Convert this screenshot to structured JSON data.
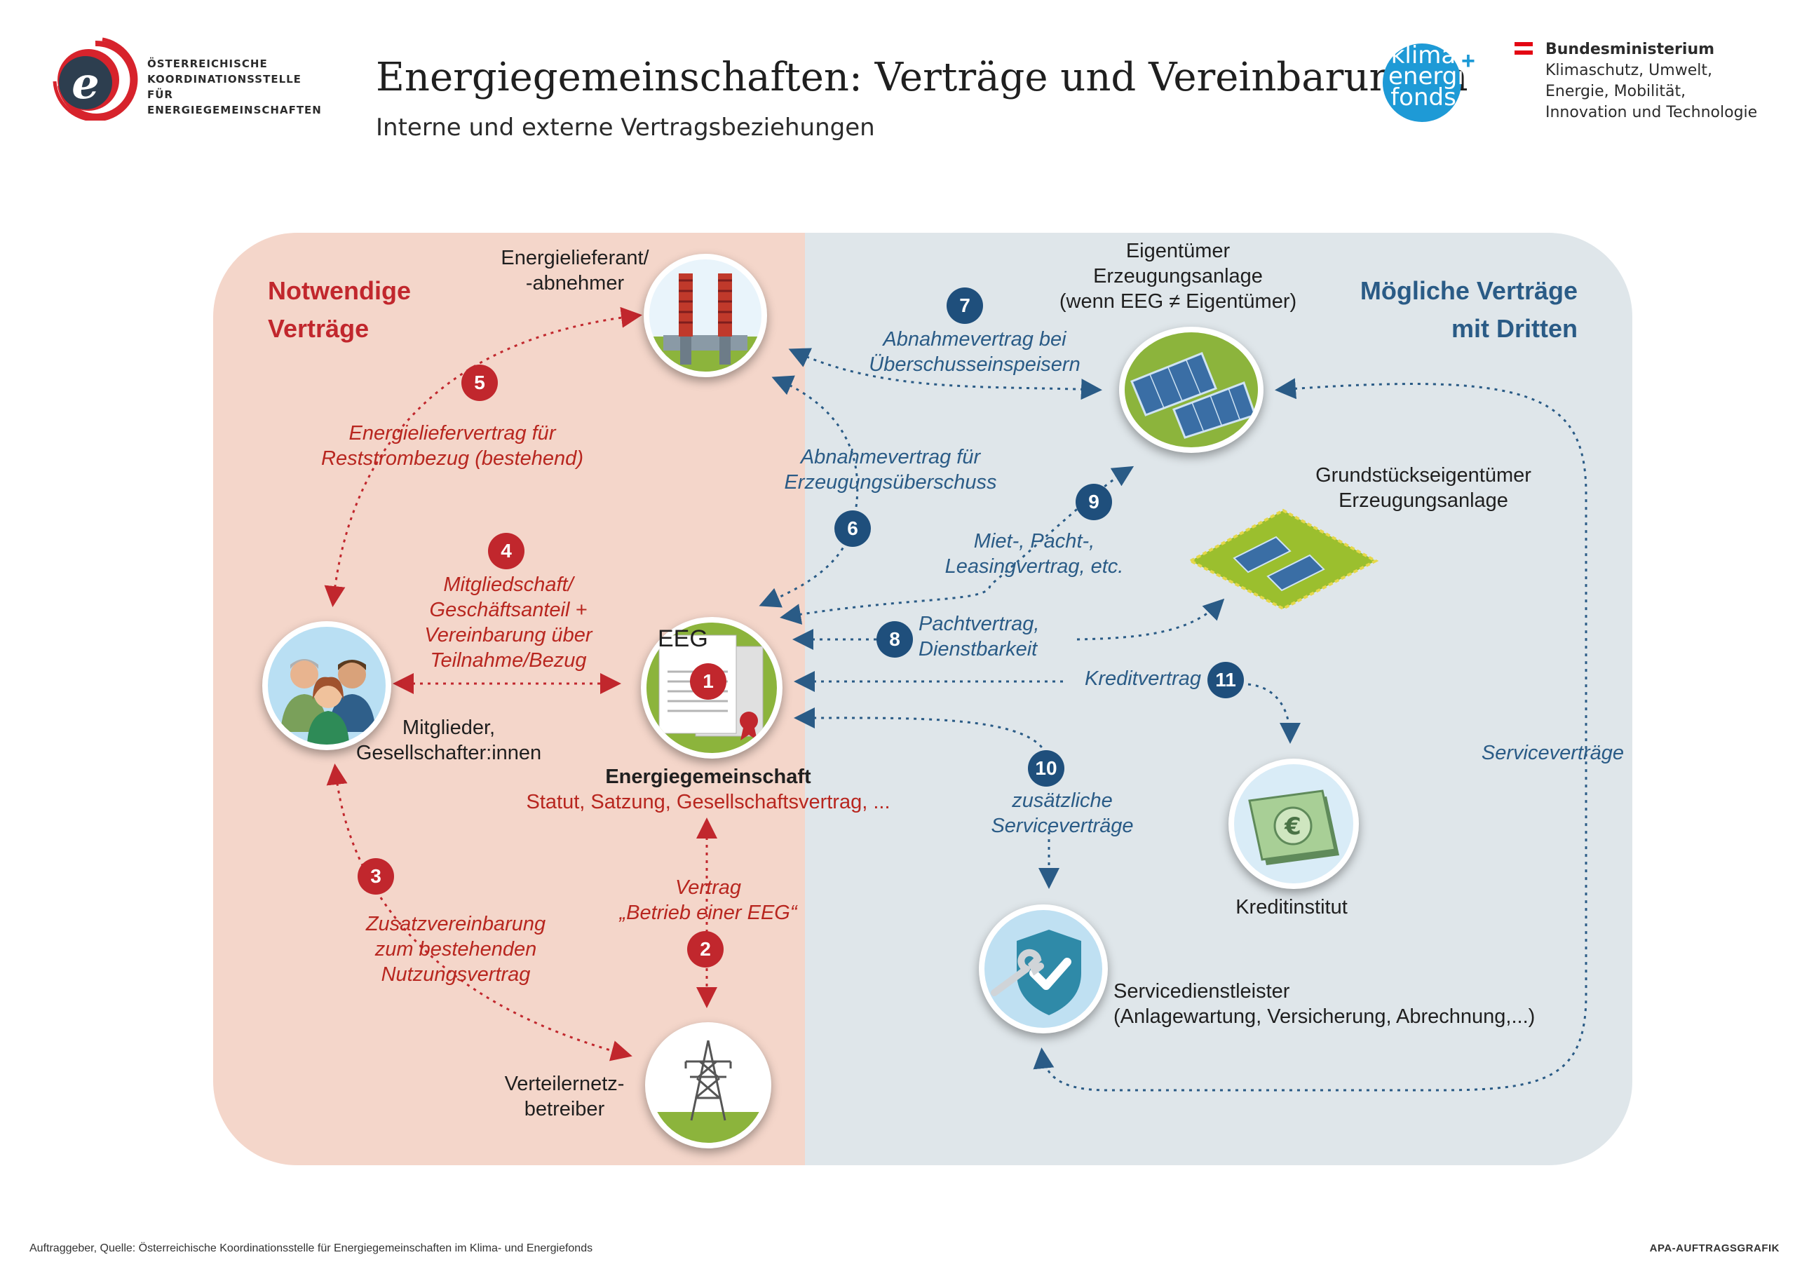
{
  "header": {
    "logo_lines": [
      "ÖSTERREICHISCHE",
      "KOORDINATIONSSTELLE FÜR",
      "ENERGIEGEMEINSCHAFTEN"
    ],
    "logo_letter": "e",
    "title": "Energiegemeinschaften: Verträge und Vereinbarungen",
    "subtitle": "Interne und externe Vertragsbeziehungen",
    "klima_lines": [
      "klima",
      "energie",
      "fonds"
    ],
    "klima_plus": "+",
    "ministry_title": "Bundesministerium",
    "ministry_lines": [
      "Klimaschutz, Umwelt,",
      "Energie, Mobilität,",
      "Innovation und Technologie"
    ]
  },
  "sections": {
    "left_title": [
      "Notwendige",
      "Verträge"
    ],
    "right_title": [
      "Mögliche Verträge",
      "mit Dritten"
    ]
  },
  "nodes": {
    "supplier": [
      "Energielieferant/",
      "-abnehmer"
    ],
    "members": [
      "Mitglieder,",
      "Gesellschafter:innen"
    ],
    "community_name": "Energiegemeinschaft",
    "community_docs": "Statut, Satzung, Gesellschaftsvertrag, ...",
    "eeg_label": "EEG",
    "grid": [
      "Verteilernetz-",
      "betreiber"
    ],
    "owner": [
      "Eigentümer",
      "Erzeugungsanlage",
      "(wenn EEG ≠ Eigentümer)"
    ],
    "landowner": [
      "Grundstückseigentümer",
      "Erzeugungsanlage"
    ],
    "bank": "Kreditinstitut",
    "bank_symbol": "€",
    "service": [
      "Servicedienstleister",
      "(Anlagewartung, Versicherung, Abrechnung,...)"
    ]
  },
  "contracts": {
    "c1": "1",
    "c2": {
      "num": "2",
      "text": [
        "Vertrag",
        "„Betrieb einer EEG“"
      ]
    },
    "c3": {
      "num": "3",
      "text": [
        "Zusatzvereinbarung",
        "zum bestehenden",
        "Nutzungsvertrag"
      ]
    },
    "c4": {
      "num": "4",
      "text": [
        "Mitgliedschaft/",
        "Geschäftsanteil +",
        "Vereinbarung über",
        "Teilnahme/Bezug"
      ]
    },
    "c5": {
      "num": "5",
      "text": [
        "Energieliefervertrag für",
        "Reststrombezug (bestehend)"
      ]
    },
    "c6": {
      "num": "6",
      "text": [
        "Abnahmevertrag für",
        "Erzeugungsüberschuss"
      ]
    },
    "c7": {
      "num": "7",
      "text": [
        "Abnahmevertrag bei",
        "Überschusseinspeisern"
      ]
    },
    "c8": {
      "num": "8",
      "text": [
        "Pachtvertrag,",
        "Dienstbarkeit"
      ]
    },
    "c9": {
      "num": "9",
      "text": [
        "Miet-, Pacht-,",
        "Leasingvertrag, etc."
      ]
    },
    "c10": {
      "num": "10",
      "text": [
        "zusätzliche",
        "Serviceverträge"
      ]
    },
    "c11": {
      "num": "11",
      "text": "Kreditvertrag"
    },
    "service_contracts": "Serviceverträge"
  },
  "footer": {
    "source": "Auftraggeber, Quelle: Österreichische Koordinationsstelle für Energiegemeinschaften im Klima- und Energiefonds",
    "credit": "APA-AUFTRAGSGRAFIK"
  },
  "colors": {
    "left_panel": "#f4d6ca",
    "right_panel": "#dfe6ea",
    "red": "#c1272d",
    "blue": "#1f4f7c",
    "green": "#8cb43c"
  }
}
